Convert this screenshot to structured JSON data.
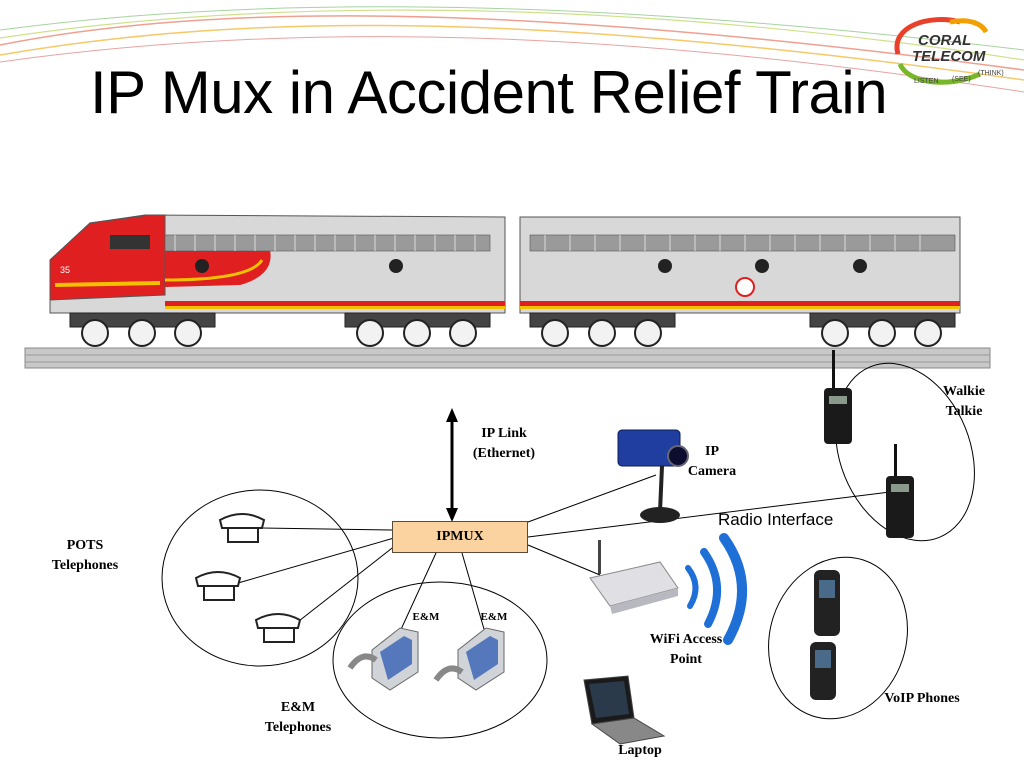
{
  "slide": {
    "title": "IP Mux in Accident Relief Train"
  },
  "logo": {
    "line1": "CORAL",
    "line2": "TELECOM",
    "tag_listen": "LISTEN",
    "tag_see": "(SEE)",
    "tag_think": "(THINK)"
  },
  "train": {
    "number": "35"
  },
  "diagram": {
    "hub_label": "IPMUX",
    "ip_link": "IP Link\n(Ethernet)",
    "ip_camera": "IP\nCamera",
    "walkie_talkie": "Walkie\nTalkie",
    "radio_interface": "Radio Interface",
    "pots_telephones": "POTS\nTelephones",
    "em_link_1": "E&M",
    "em_link_2": "E&M",
    "em_telephones": "E&M\nTelephones",
    "wifi_access_point": "WiFi Access\nPoint",
    "voip_phones": "VoIP Phones",
    "laptop": "Laptop"
  },
  "colors": {
    "train_red": "#e02020",
    "train_yellow": "#f2c200",
    "train_silver": "#d8d8d8",
    "hub_fill": "#fbd3a0",
    "wifi_blue": "#1e6fd6"
  }
}
